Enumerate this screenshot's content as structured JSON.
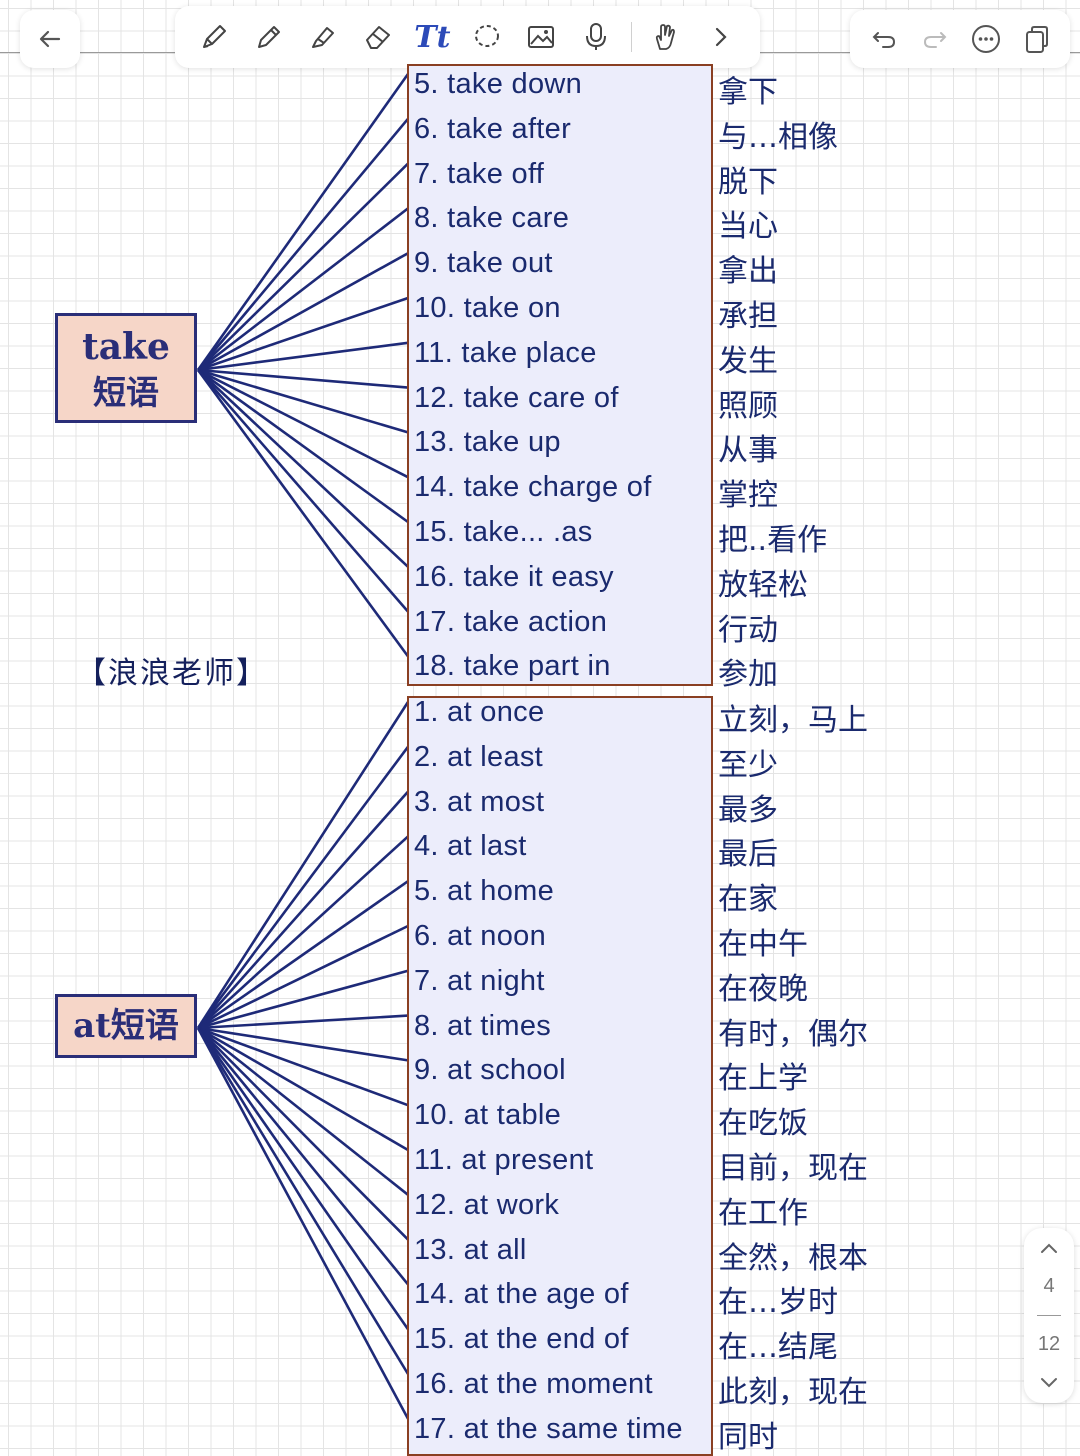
{
  "toolbar": {
    "back_icon": "arrow-left-icon",
    "tools": [
      "pen-icon",
      "pencil-icon",
      "highlighter-icon",
      "eraser-icon",
      "text-tool-icon",
      "lasso-icon",
      "image-icon",
      "microphone-icon",
      "hand-pointer-icon",
      "chevron-right-icon"
    ],
    "right": [
      "undo-icon",
      "redo-icon",
      "more-icon",
      "pages-icon"
    ],
    "text_tool_label": "Tt"
  },
  "take_section": {
    "root_label_line1": "take",
    "root_label_line2": "短语",
    "items": [
      {
        "en": "5. take down",
        "zh": "拿下"
      },
      {
        "en": "6. take after",
        "zh": "与…相像"
      },
      {
        "en": "7. take off",
        "zh": "脱下"
      },
      {
        "en": "8. take care",
        "zh": "当心"
      },
      {
        "en": "9. take out",
        "zh": "拿出"
      },
      {
        "en": "10. take on",
        "zh": "承担"
      },
      {
        "en": "11. take place",
        "zh": "发生"
      },
      {
        "en": "12. take care of",
        "zh": "照顾"
      },
      {
        "en": "13. take up",
        "zh": "从事"
      },
      {
        "en": "14. take charge of",
        "zh": "掌控"
      },
      {
        "en": "15. take... .as",
        "zh": "把..看作"
      },
      {
        "en": "16. take it easy",
        "zh": "放轻松"
      },
      {
        "en": "17. take action",
        "zh": "行动"
      },
      {
        "en": "18. take part in",
        "zh": "参加"
      }
    ]
  },
  "at_section": {
    "root_label": "at短语",
    "items": [
      {
        "en": "1. at once",
        "zh": "立刻，马上"
      },
      {
        "en": "2. at least",
        "zh": " 至少"
      },
      {
        "en": "3. at most",
        "zh": "最多"
      },
      {
        "en": "4. at last",
        "zh": "最后"
      },
      {
        "en": "5. at home",
        "zh": "在家"
      },
      {
        "en": "6. at noon",
        "zh": "在中午"
      },
      {
        "en": "7. at night",
        "zh": "在夜晚"
      },
      {
        "en": "8. at times",
        "zh": "有时，偶尔"
      },
      {
        "en": "9. at school",
        "zh": "在上学"
      },
      {
        "en": "10. at table",
        "zh": "在吃饭"
      },
      {
        "en": "11. at present",
        "zh": "目前，现在"
      },
      {
        "en": "12. at work",
        "zh": " 在工作"
      },
      {
        "en": "13. at all",
        "zh": "全然，根本"
      },
      {
        "en": "14. at the age of",
        "zh": "在…岁时"
      },
      {
        "en": "15. at the end of",
        "zh": "在…结尾"
      },
      {
        "en": "16. at the moment",
        "zh": "此刻，现在"
      },
      {
        "en": "17. at the same time",
        "zh": "同时"
      }
    ]
  },
  "watermark": "【浪浪老师】",
  "pager": {
    "current": "4",
    "total": "12",
    "up_icon": "chevron-up-icon",
    "down_icon": "chevron-down-icon"
  },
  "colors": {
    "line": "#1e2a78",
    "box_fill": "#ecedfb",
    "box_border": "#8a3f22",
    "root_fill": "#f6d6c8"
  }
}
